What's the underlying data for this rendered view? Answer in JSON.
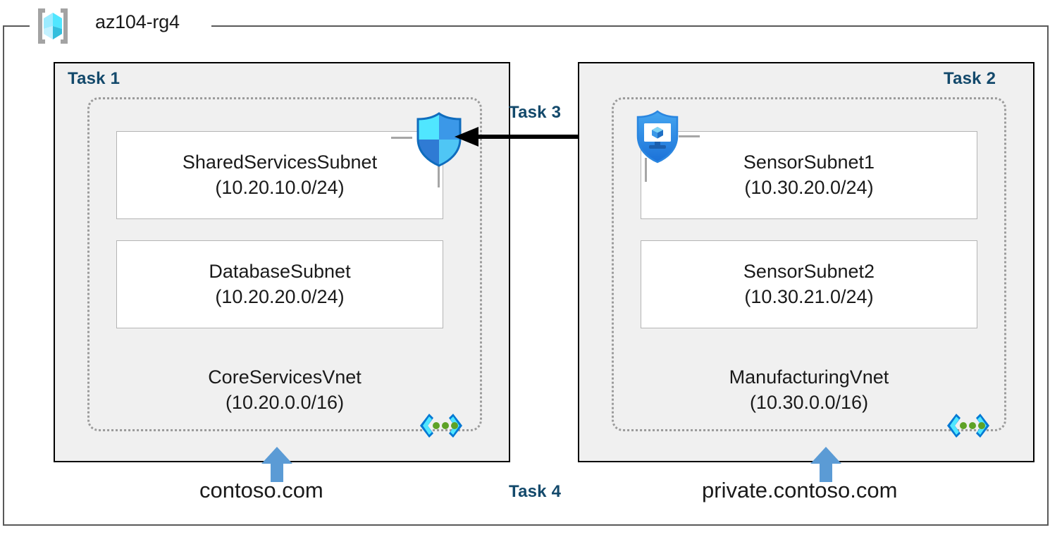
{
  "resource_group": {
    "name": "az104-rg4",
    "icon": "resource-group-icon"
  },
  "panels": [
    {
      "task_label": "Task 1",
      "vnet": {
        "name": "CoreServicesVnet",
        "cidr": "(10.20.0.0/16)",
        "icon": "vnet-icon"
      },
      "subnets": [
        {
          "name": "SharedServicesSubnet",
          "cidr": "(10.20.10.0/24)"
        },
        {
          "name": "DatabaseSubnet",
          "cidr": "(10.20.20.0/24)"
        }
      ],
      "dns_zone": "contoso.com",
      "dns_arrow_icon": "up-arrow-icon"
    },
    {
      "task_label": "Task 2",
      "vnet": {
        "name": "ManufacturingVnet",
        "cidr": "(10.30.0.0/16)",
        "icon": "vnet-icon"
      },
      "subnets": [
        {
          "name": "SensorSubnet1",
          "cidr": "(10.30.20.0/24)"
        },
        {
          "name": "SensorSubnet2",
          "cidr": "(10.30.21.0/24)"
        }
      ],
      "dns_zone": "private.contoso.com",
      "dns_arrow_icon": "up-arrow-icon"
    }
  ],
  "icons": {
    "nsg_shield": "network-security-group-shield-icon",
    "bastion_shield": "bastion-shield-monitor-icon"
  },
  "connections": {
    "peering": {
      "label": "Task 3",
      "direction": "right-to-left",
      "icon": "left-arrow-icon"
    },
    "dns": {
      "label": "Task 4"
    }
  },
  "colors": {
    "task_label": "#13496b",
    "panel_background": "#f0f0f0",
    "panel_border": "#000000",
    "vnet_border": "#9b9b9b",
    "subnet_border": "#b4b4b4",
    "arrow_blue": "#5b9bd5",
    "azure_cyan": "#50e6ff",
    "azure_blue": "#0078d4",
    "text": "#1a1a1a"
  }
}
